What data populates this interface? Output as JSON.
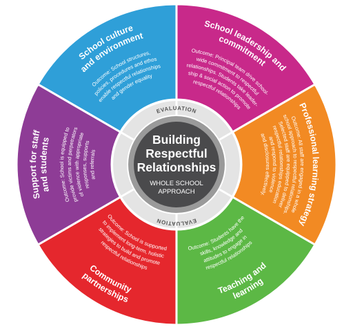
{
  "center": {
    "title_lines": [
      "Building",
      "Respectful",
      "Relationships"
    ],
    "subtitle_lines": [
      "WHOLE SCHOOL",
      "APPROACH"
    ]
  },
  "evaluation": {
    "top": "EVALUATION",
    "bottom": "EVALUATION"
  },
  "segments": [
    {
      "id": "culture",
      "color": "#2f9fd8",
      "title_lines": [
        "School culture",
        "and environment"
      ],
      "body_lines": [
        "Outcome: School structures,",
        "policies, procedures and ethos",
        "enable respectful relationships",
        "and gender equality"
      ]
    },
    {
      "id": "leadership",
      "color": "#c8298a",
      "title_lines": [
        "School leadership and",
        "commitment"
      ],
      "body_lines": [
        "Outcome: Principal team drive school-",
        "wide commitment to respectful",
        "relationships. Students take leader-",
        "ship & social action to promote",
        "respectful relationships"
      ]
    },
    {
      "id": "professional",
      "color": "#f28a23",
      "title_lines": [
        "Professional learning strategy"
      ],
      "body_lines": [
        "Outcome: All staff are engaged in a whole",
        "school approach to respectful relationships.",
        "Selected staff are equipped to deliver",
        "respectful relationships education",
        "and respond to violence",
        "and disclosures effectively."
      ]
    },
    {
      "id": "teaching",
      "color": "#5cb845",
      "title_lines": [
        "Teaching and",
        "learning"
      ],
      "body_lines": [
        "Outcome: Students have the",
        "skills, knowledge and",
        "attitudes to engage in",
        "respectful relationships"
      ]
    },
    {
      "id": "community",
      "color": "#e5272d",
      "title_lines": [
        "Community",
        "partnerships"
      ],
      "body_lines": [
        "Outcome: School is supported",
        "to implement long-term, holistic",
        "strategies to build and promote",
        "respectful relationships"
      ]
    },
    {
      "id": "support",
      "color": "#8e3c96",
      "title_lines": [
        "Support for staff",
        "and students"
      ],
      "body_lines": [
        "Outcome: School is equipped to",
        "provide victims and perpetrators",
        "of violence with appropriate",
        "responses, supports",
        "and referrals"
      ]
    }
  ]
}
